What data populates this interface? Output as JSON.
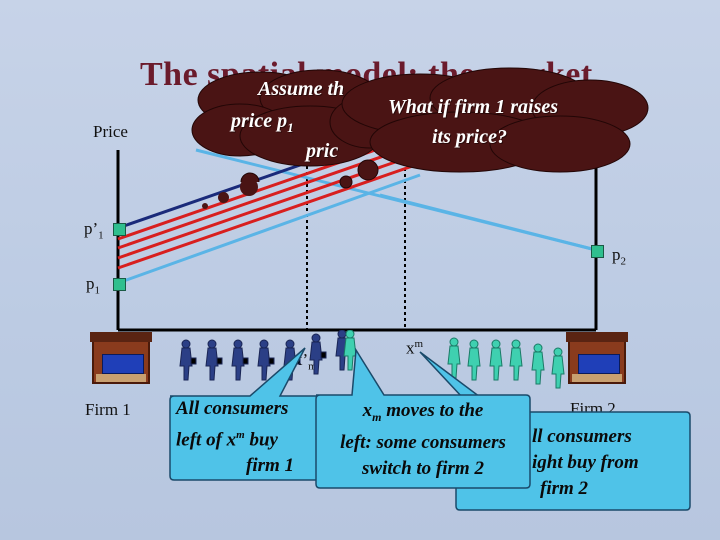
{
  "slide": {
    "title": "The spatial model: the market",
    "y_axis_label": "Price",
    "price_labels": {
      "p1_prime_base": "p’",
      "p1_prime_sub": "1",
      "p1_base": "p",
      "p1_sub": "1",
      "p2_base": "p",
      "p2_sub": "2"
    },
    "x_labels": {
      "x_prime_m_base": "x’",
      "x_prime_m_sub": "m",
      "xm_base": "x",
      "xm_sup": "m"
    },
    "firm_labels": {
      "firm1": "Firm 1",
      "firm2": "Firm 2"
    },
    "clouds": {
      "back_line1": "Assume th",
      "back_line2": "price p",
      "back_sub": "1",
      "back_line3": "pric",
      "front_line1": "What if firm 1 raises",
      "front_line2": "its price?"
    },
    "callouts": {
      "left_line1": "All consumers",
      "left_line2": "left of x",
      "left_sup": "m",
      "left_line2_end": " buy",
      "left_line3": "firm 1",
      "mid_line1": "x",
      "mid_sub": "m",
      "mid_line1_end": " moves to the",
      "mid_line2": "left: some consumers",
      "mid_line3": "switch to firm 2",
      "right_line1": "ll consumers",
      "right_line2": "ight buy from",
      "right_line3": "firm 2"
    },
    "colors": {
      "title": "#6b1b2c",
      "firm1_price_line": "#1a2a7a",
      "raised_price_lines": "#d81f1f",
      "firm2_price_line": "#5ab4e6",
      "price_markers": "#2fbf8e",
      "callout_fill": "#4fc3e8",
      "cloud_fill": "#4a1414"
    }
  }
}
